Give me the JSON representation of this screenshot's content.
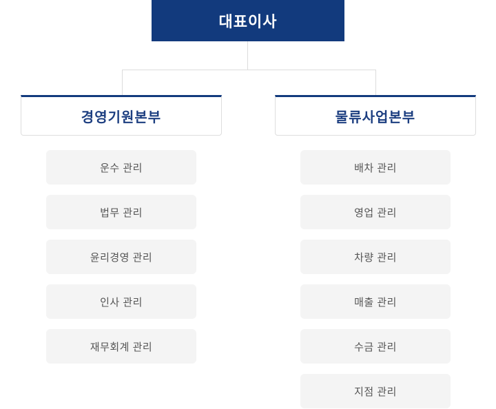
{
  "diagram": {
    "type": "org-chart",
    "colors": {
      "accent_navy": "#123a7d",
      "division_text": "#1c3e80",
      "connector_line": "#dcdcdc",
      "item_background": "#f4f4f4",
      "item_text": "#555555"
    },
    "root": {
      "label": "대표이사"
    },
    "divisions": [
      {
        "label": "경영기원본부",
        "items": [
          {
            "label": "운수 관리"
          },
          {
            "label": "법무 관리"
          },
          {
            "label": "윤리경영 관리"
          },
          {
            "label": "인사 관리"
          },
          {
            "label": "재무회계 관리"
          }
        ]
      },
      {
        "label": "물류사업본부",
        "items": [
          {
            "label": "배차 관리"
          },
          {
            "label": "영업 관리"
          },
          {
            "label": "차량 관리"
          },
          {
            "label": "매출 관리"
          },
          {
            "label": "수금 관리"
          },
          {
            "label": "지점 관리"
          }
        ]
      }
    ]
  }
}
